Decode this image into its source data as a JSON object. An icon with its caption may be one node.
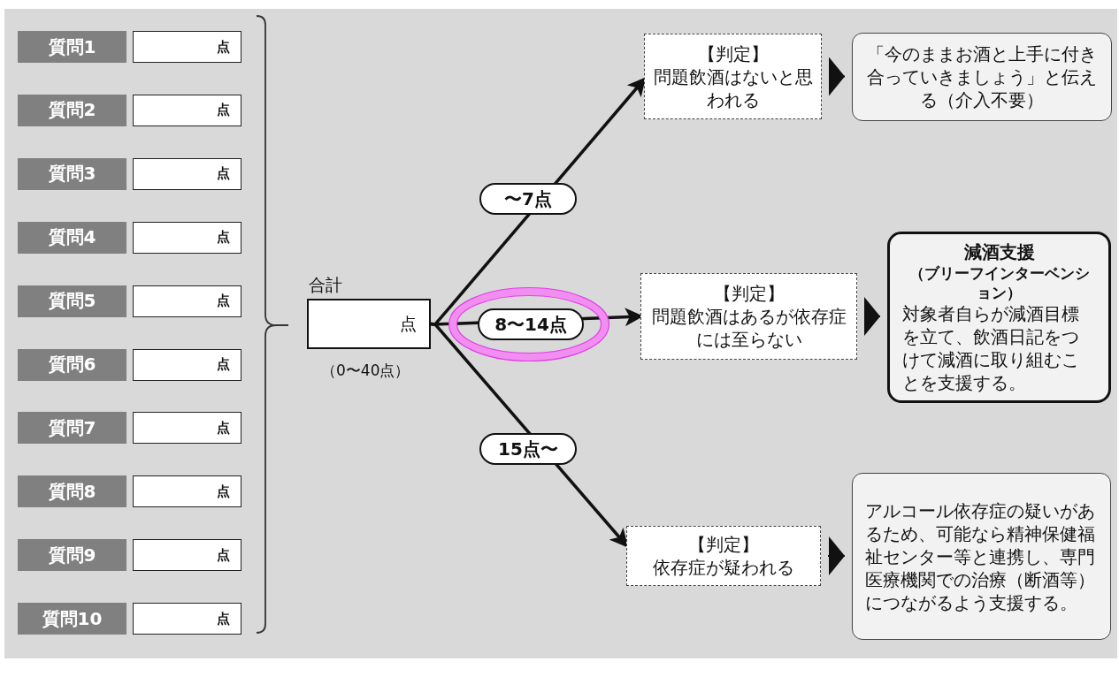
{
  "diagram": {
    "nodes": [
      {
        "text": [
          "質問1"
        ]
      },
      {
        "text": [
          "点"
        ]
      },
      {
        "text": [
          "質問2"
        ]
      },
      {
        "text": [
          "点"
        ]
      },
      {
        "text": [
          "質問3"
        ]
      },
      {
        "text": [
          "点"
        ]
      },
      {
        "text": [
          "質問4"
        ]
      },
      {
        "text": [
          "点"
        ]
      },
      {
        "text": [
          "質問5"
        ]
      },
      {
        "text": [
          "点"
        ]
      },
      {
        "text": [
          "質問6"
        ]
      },
      {
        "text": [
          "点"
        ]
      },
      {
        "text": [
          "質問7"
        ]
      },
      {
        "text": [
          "点"
        ]
      },
      {
        "text": [
          "質問8"
        ]
      },
      {
        "text": [
          "点"
        ]
      },
      {
        "text": [
          "質問9"
        ]
      },
      {
        "text": [
          "点"
        ]
      },
      {
        "text": [
          "質問10"
        ]
      },
      {
        "text": [
          "点"
        ]
      },
      {
        "text": [
          "合計",
          "点"
        ],
        "beside": [
          "（0〜40点）"
        ]
      },
      {
        "text": [
          "【判定】",
          "問題飲酒はないと思われる"
        ]
      },
      {
        "text": [
          "「今のままお酒と上手に付き合っていきましょう」と伝える（介入不要）"
        ]
      },
      {
        "text": [
          "【判定】",
          "問題飲酒はあるが依存症には至らない"
        ]
      },
      {
        "text": [
          "減酒支援",
          "（ブリーフインターベンション）",
          "対象者自らが減酒目標を立て、飲酒日記をつけて減酒に取り組むことを支援する。"
        ]
      },
      {
        "text": [
          "【判定】",
          "依存症が疑われる"
        ]
      },
      {
        "text": [
          "アルコール依存症の疑いがあるため、可能なら精神保健福祉センター等と連携し、専門医療機関での治療（断酒等）につながるよう支援する。"
        ]
      }
    ],
    "edges": [
      {
        "from": 20,
        "to": 21,
        "arrow": "to",
        "label": "〜7点"
      },
      {
        "from": 20,
        "to": 23,
        "arrow": "to",
        "label": "8〜14点"
      },
      {
        "from": 20,
        "to": 25,
        "arrow": "to",
        "label": "15点〜"
      },
      {
        "from": 21,
        "to": 22,
        "arrow": "to"
      },
      {
        "from": 23,
        "to": 24,
        "arrow": "to"
      },
      {
        "from": 25,
        "to": 26,
        "arrow": "to"
      }
    ]
  }
}
